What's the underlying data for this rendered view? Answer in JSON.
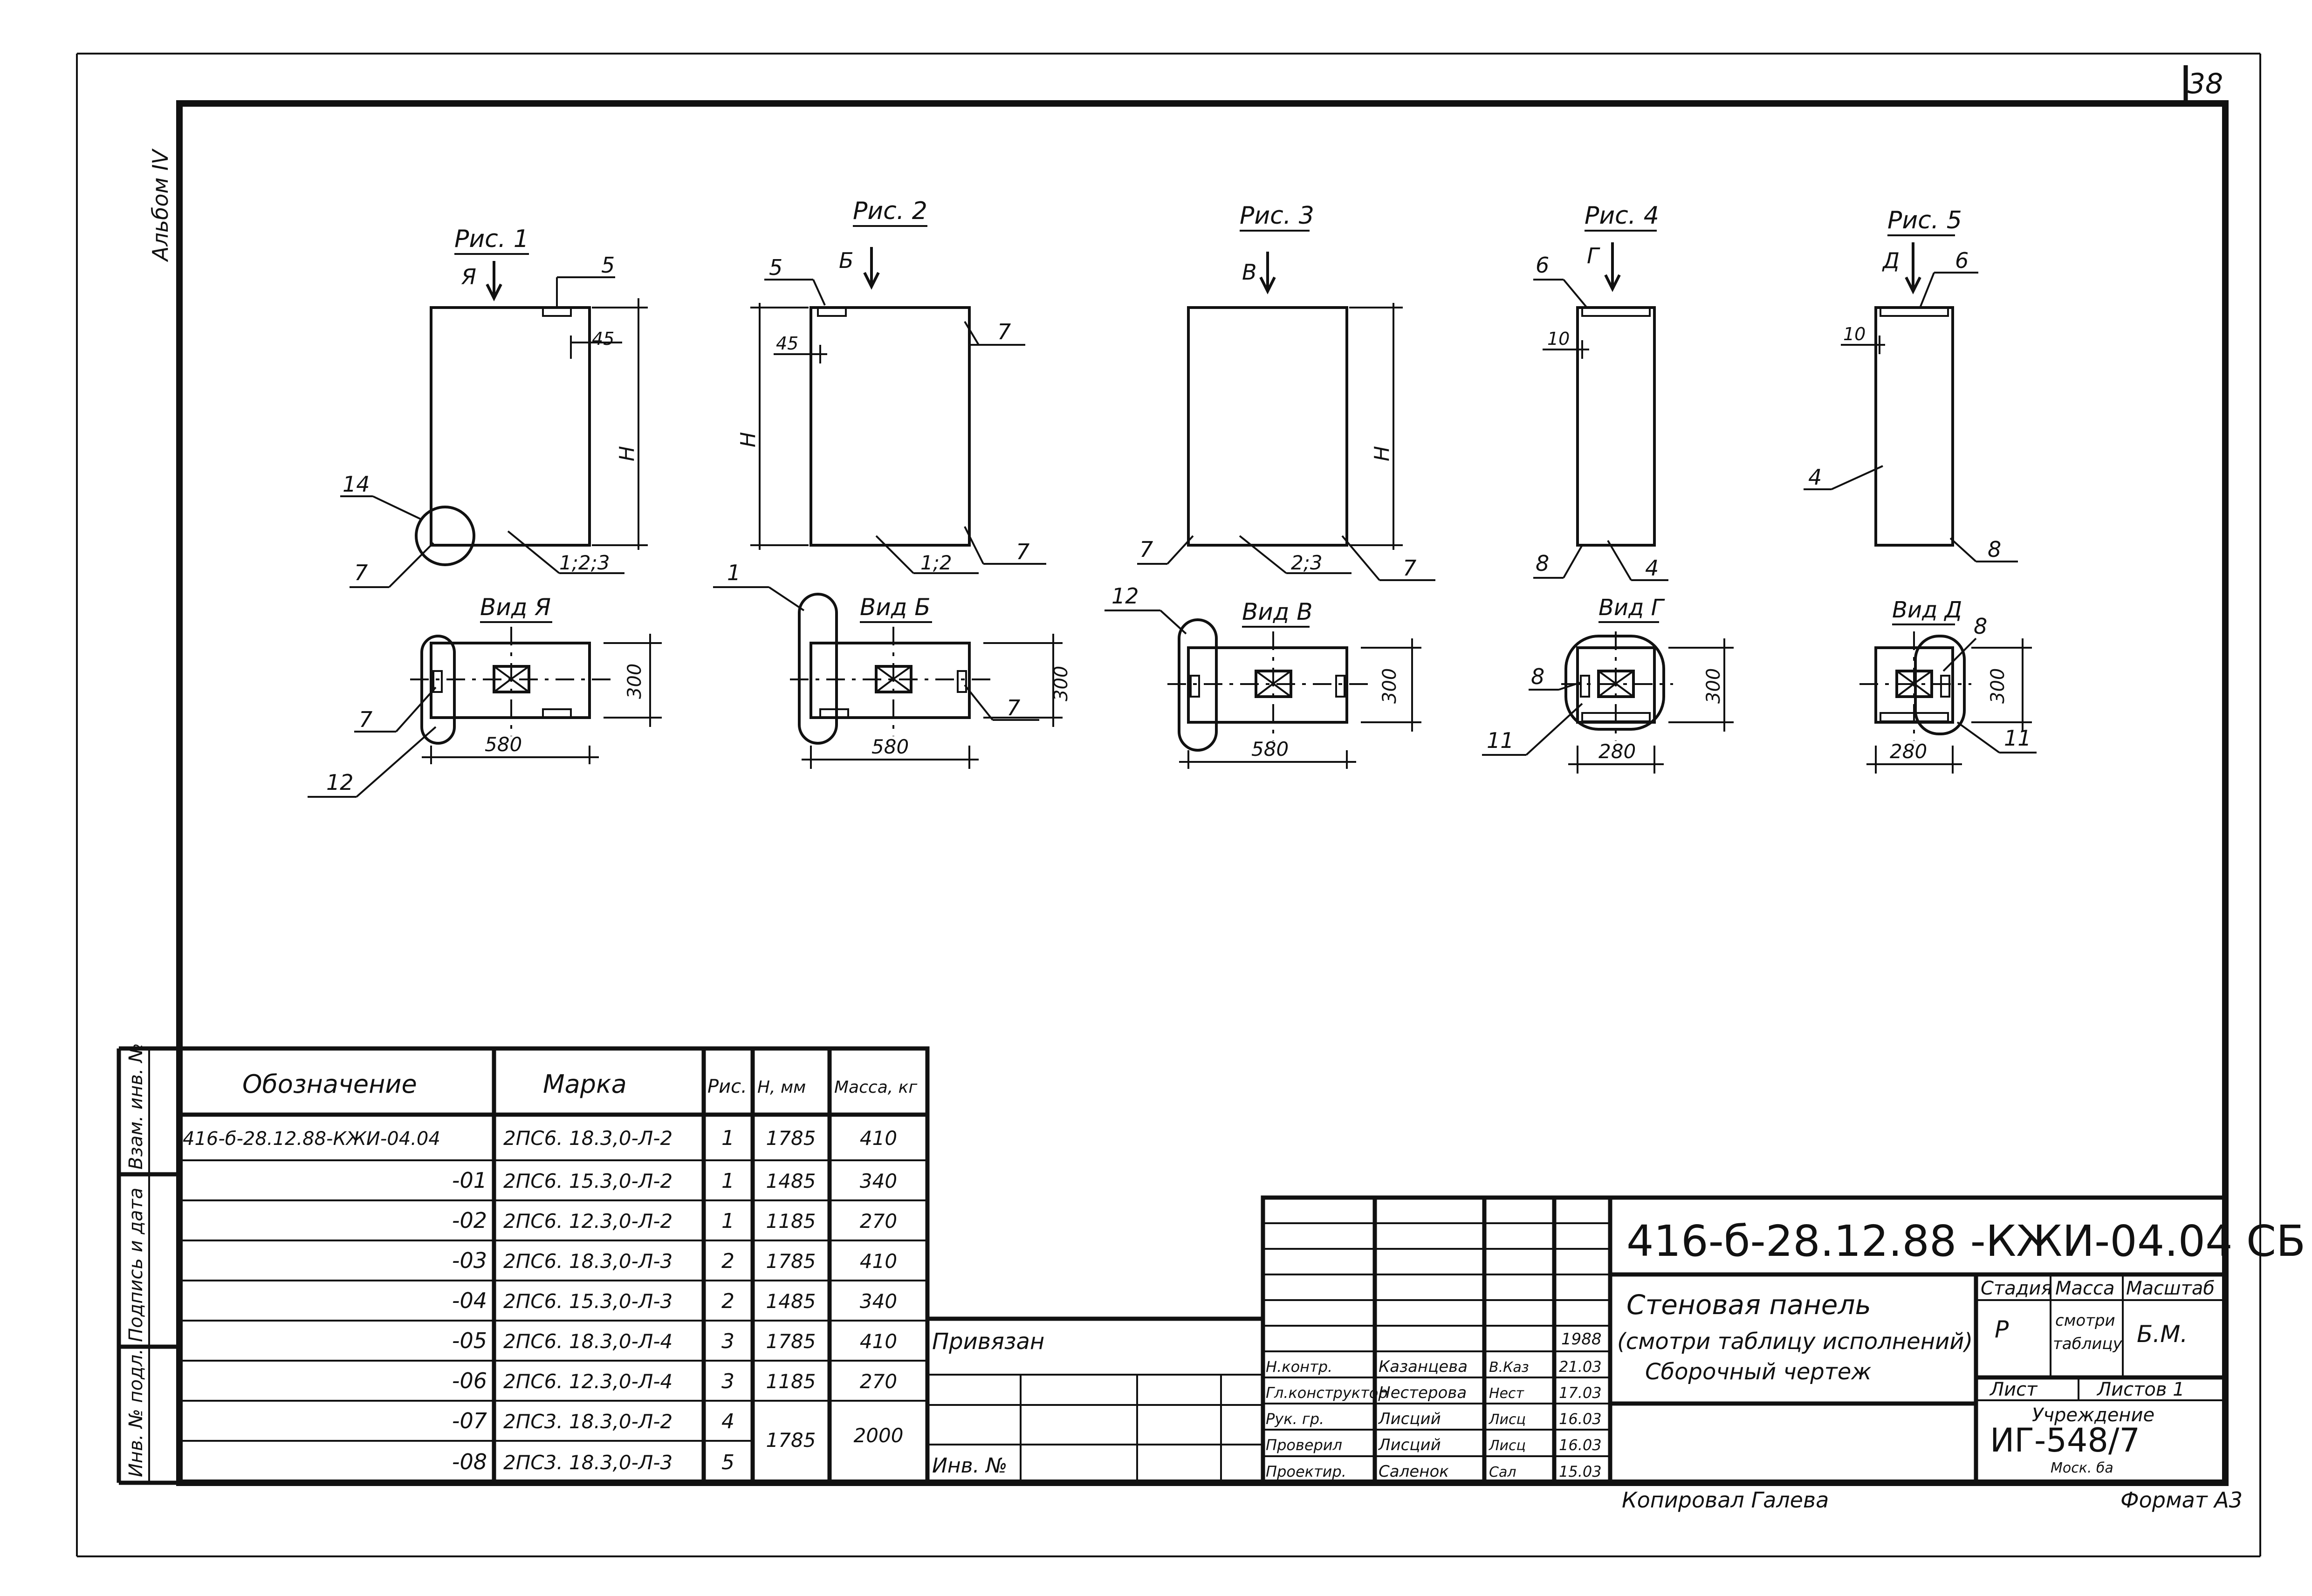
{
  "sheet": {
    "sheet_number": "38",
    "album_label": "Альбом IV",
    "copied_by": "Копировал Галева",
    "format": "Формат А3"
  },
  "side_stamp": {
    "labels": [
      "Инв. № подл.",
      "Подпись и дата",
      "Взам. инв. №"
    ]
  },
  "figures": [
    {
      "title": "Рис. 1",
      "arrow_label": "Я",
      "callouts": [
        "5",
        "45",
        "Н",
        "14",
        "7",
        "1;2;3"
      ],
      "view": {
        "title": "Вид Я",
        "width_label": "580",
        "height_label": "300",
        "callouts": [
          "7",
          "12"
        ]
      }
    },
    {
      "title": "Рис. 2",
      "arrow_label": "Б",
      "callouts": [
        "5",
        "7",
        "45",
        "Н",
        "7",
        "1;2",
        "1"
      ],
      "view": {
        "title": "Вид Б",
        "width_label": "580",
        "height_label": "300",
        "callouts": [
          "7"
        ]
      }
    },
    {
      "title": "Рис. 3",
      "arrow_label": "В",
      "callouts": [
        "Н",
        "7",
        "2;3",
        "7",
        "12"
      ],
      "view": {
        "title": "Вид В",
        "width_label": "580",
        "height_label": "300",
        "callouts": []
      }
    },
    {
      "title": "Рис. 4",
      "arrow_label": "Г",
      "callouts": [
        "6",
        "10",
        "8",
        "4"
      ],
      "view": {
        "title": "Вид Г",
        "width_label": "280",
        "height_label": "300",
        "callouts": [
          "8",
          "11"
        ]
      }
    },
    {
      "title": "Рис. 5",
      "arrow_label": "Д",
      "callouts": [
        "6",
        "10",
        "4",
        "8"
      ],
      "view": {
        "title": "Вид Д",
        "width_label": "280",
        "height_label": "300",
        "callouts": [
          "8",
          "11"
        ]
      }
    }
  ],
  "spec_table": {
    "headers": [
      "Обозначение",
      "Марка",
      "Рис.",
      "Н, мм",
      "Масса, кг"
    ],
    "rows": [
      [
        "416-б-28.12.88-КЖИ-04.04",
        "2ПС6. 18.3,0-Л-2",
        "1",
        "1785",
        "410"
      ],
      [
        "-01",
        "2ПС6. 15.3,0-Л-2",
        "1",
        "1485",
        "340"
      ],
      [
        "-02",
        "2ПС6. 12.3,0-Л-2",
        "1",
        "1185",
        "270"
      ],
      [
        "-03",
        "2ПС6. 18.3,0-Л-3",
        "2",
        "1785",
        "410"
      ],
      [
        "-04",
        "2ПС6. 15.3,0-Л-3",
        "2",
        "1485",
        "340"
      ],
      [
        "-05",
        "2ПС6. 18.3,0-Л-4",
        "3",
        "1785",
        "410"
      ],
      [
        "-06",
        "2ПС6. 12.3,0-Л-4",
        "3",
        "1185",
        "270"
      ],
      [
        "-07",
        "2ПС3. 18.3,0-Л-2",
        "4",
        "1785",
        "2000"
      ],
      [
        "-08",
        "2ПС3. 18.3,0-Л-3",
        "5",
        "",
        ""
      ]
    ]
  },
  "binding": {
    "tied_label": "Привязан",
    "inv_label": "Инв. №"
  },
  "title_block": {
    "designation": "416-б-28.12.88 -КЖИ-04.04 СБ",
    "name_line1": "Стеновая панель",
    "name_line2": "(смотри таблицу исполнений).",
    "name_line3": "Сборочный чертеж",
    "stage_header": "Стадия",
    "mass_header": "Масса",
    "scale_header": "Масштаб",
    "stage_value": "Р",
    "mass_value_line1": "смотри",
    "mass_value_line2": "таблицу",
    "scale_value": "Б.М.",
    "sheet_label": "Лист",
    "sheets_label": "Листов 1",
    "org_line1": "Учреждение",
    "org_line2": "ИГ-548/7",
    "org_line3": "Моск. ба",
    "year": "1988",
    "signatures": [
      {
        "role": "Н.контр.",
        "name": "Казанцева",
        "sign": "В.Каз",
        "date": "21.03"
      },
      {
        "role": "Гл.конструктор",
        "name": "Нестерова",
        "sign": "Нест",
        "date": "17.03"
      },
      {
        "role": "Рук. гр.",
        "name": "Лисций",
        "sign": "Лисц",
        "date": "16.03"
      },
      {
        "role": "Проверил",
        "name": "Лисций",
        "sign": "Лисц",
        "date": "16.03"
      },
      {
        "role": "Проектир.",
        "name": "Саленок",
        "sign": "Сал",
        "date": "15.03"
      }
    ]
  }
}
